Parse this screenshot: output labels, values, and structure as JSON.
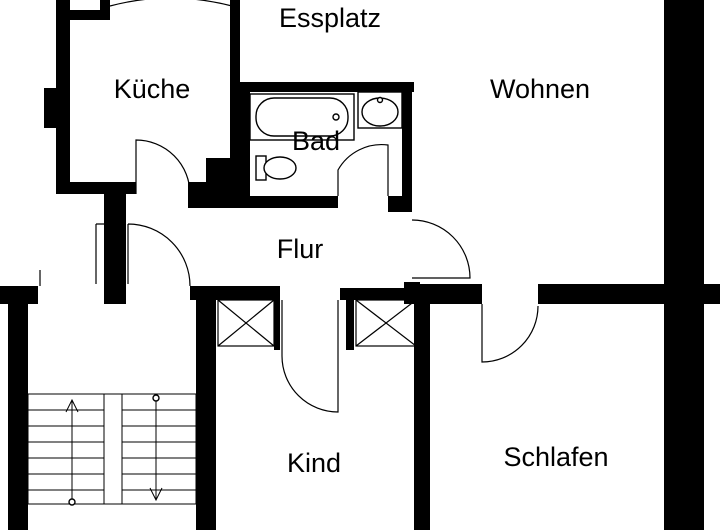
{
  "rooms": {
    "essplatz": "Essplatz",
    "kueche": "Küche",
    "wohnen": "Wohnen",
    "bad": "Bad",
    "flur": "Flur",
    "kind": "Kind",
    "schlafen": "Schlafen"
  },
  "colors": {
    "wall": "#000000",
    "background": "#ffffff"
  }
}
